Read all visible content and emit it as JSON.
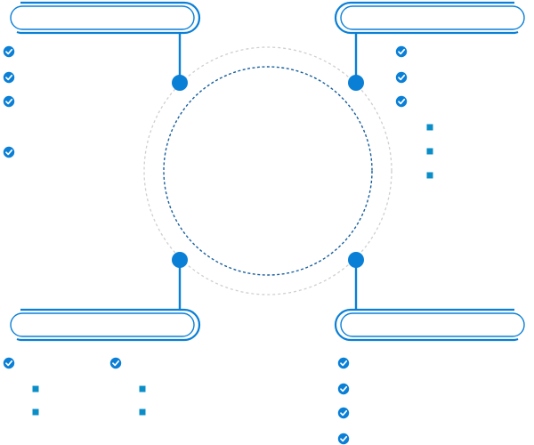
{
  "colors": {
    "primary": "#0a7fd6",
    "dark": "#0b5aa8",
    "square": "#0b8ec7",
    "ring_dashed_light": "#cfcfcf",
    "ring_dashed_dark": "#1a5f9e",
    "background": "#ffffff"
  },
  "icons": {
    "check": "check-circle-icon",
    "bullet": "square-bullet-icon"
  },
  "panels": [
    {
      "id": "top-left",
      "title": "",
      "items": [
        {
          "icon": "check",
          "text": ""
        },
        {
          "icon": "check",
          "text": ""
        },
        {
          "icon": "check",
          "text": ""
        },
        {
          "icon": "check",
          "text": ""
        }
      ]
    },
    {
      "id": "top-right",
      "title": "",
      "items": [
        {
          "icon": "check",
          "text": ""
        },
        {
          "icon": "check",
          "text": ""
        },
        {
          "icon": "check",
          "text": ""
        },
        {
          "icon": "bullet",
          "text": ""
        },
        {
          "icon": "bullet",
          "text": ""
        },
        {
          "icon": "bullet",
          "text": ""
        }
      ]
    },
    {
      "id": "bottom-left",
      "title": "",
      "items": [
        {
          "icon": "check",
          "text": ""
        },
        {
          "icon": "check",
          "text": ""
        },
        {
          "icon": "bullet",
          "text": ""
        },
        {
          "icon": "bullet",
          "text": ""
        },
        {
          "icon": "bullet",
          "text": ""
        },
        {
          "icon": "bullet",
          "text": ""
        }
      ]
    },
    {
      "id": "bottom-right",
      "title": "",
      "items": [
        {
          "icon": "check",
          "text": ""
        },
        {
          "icon": "check",
          "text": ""
        },
        {
          "icon": "check",
          "text": ""
        },
        {
          "icon": "check",
          "text": ""
        }
      ]
    }
  ]
}
